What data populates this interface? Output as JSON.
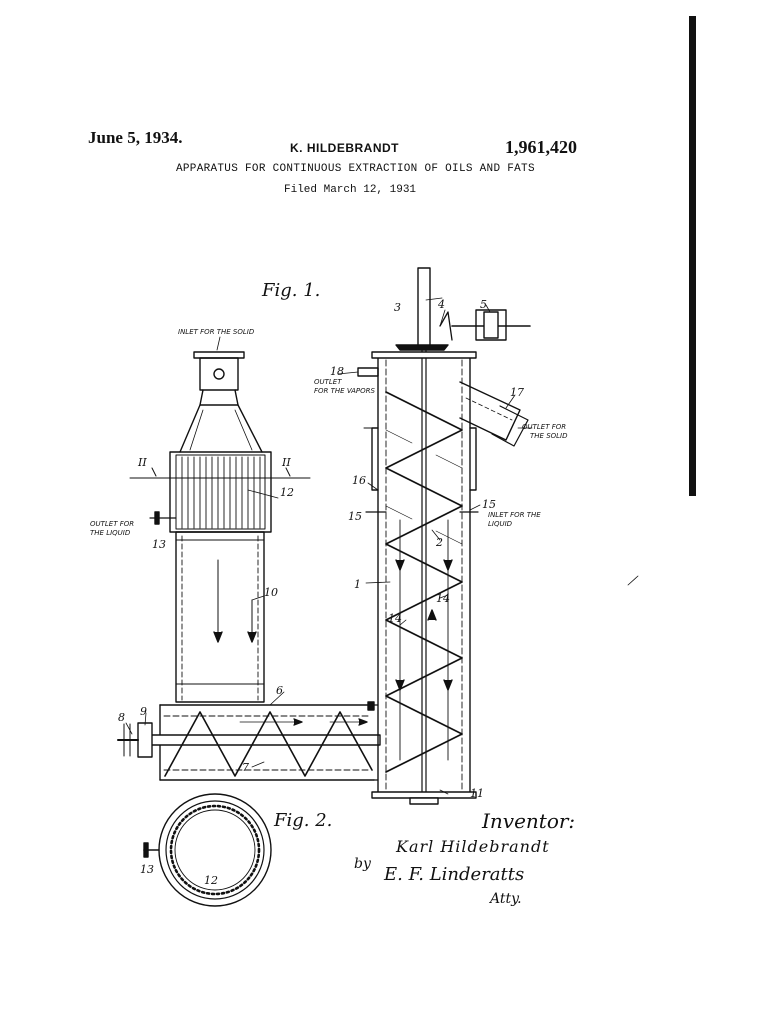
{
  "header": {
    "date": "June 5, 1934.",
    "inventor": "K. HILDEBRANDT",
    "patent_number": "1,961,420",
    "title": "APPARATUS FOR CONTINUOUS EXTRACTION OF OILS AND FATS",
    "filed": "Filed March 12, 1931"
  },
  "figures": {
    "fig1": "Fig. 1.",
    "fig2": "Fig. 2."
  },
  "labels": {
    "inlet_solid": "INLET FOR THE SOLID",
    "outlet_vapors_1": "OUTLET",
    "outlet_vapors_2": "FOR THE VAPORS",
    "outlet_solid_1": "OUTLET FOR",
    "outlet_solid_2": "THE SOLID",
    "inlet_liquid_1": "INLET FOR THE",
    "inlet_liquid_2": "LIQUID",
    "outlet_liquid_1": "OUTLET FOR",
    "outlet_liquid_2": "THE LIQUID"
  },
  "reference_numerals": {
    "n1": "1",
    "n2": "2",
    "n3": "3",
    "n4": "4",
    "n5": "5",
    "n6": "6",
    "n7": "7",
    "n8": "8",
    "n9": "9",
    "n10": "10",
    "n11": "11",
    "n12": "12",
    "n13": "13",
    "n14": "14",
    "n14b": "14",
    "n15": "15",
    "n15b": "15",
    "n16": "16",
    "n17": "17",
    "n18": "18",
    "section_left": "II",
    "section_right": "II",
    "fig2_12": "12",
    "fig2_13": "13"
  },
  "signature": {
    "inventor_label": "Inventor:",
    "inventor_name": "Karl Hildebrandt",
    "by": "by",
    "attorney_sig": "E. F. Linderatts",
    "atty": "Atty."
  }
}
